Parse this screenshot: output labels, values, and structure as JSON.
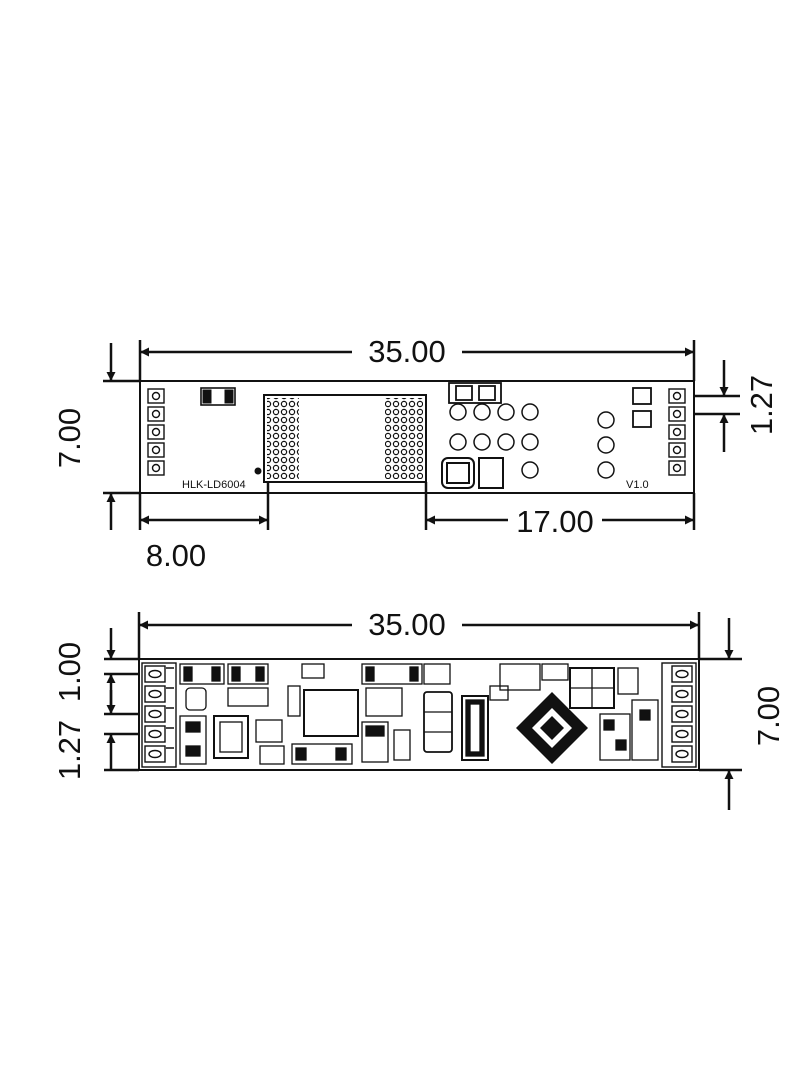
{
  "top_view": {
    "width_label": "35.00",
    "height_label": "7.00",
    "pitch_label": "1.27",
    "left_offset_label": "8.00",
    "right_offset_label": "17.00",
    "model_label": "HLK-LD6004",
    "version_label": "V1.0"
  },
  "bottom_view": {
    "width_label": "35.00",
    "height_label": "7.00",
    "pad_label": "1.00",
    "pitch_label": "1.27"
  },
  "colors": {
    "ink": "#111111",
    "background": "#ffffff"
  }
}
